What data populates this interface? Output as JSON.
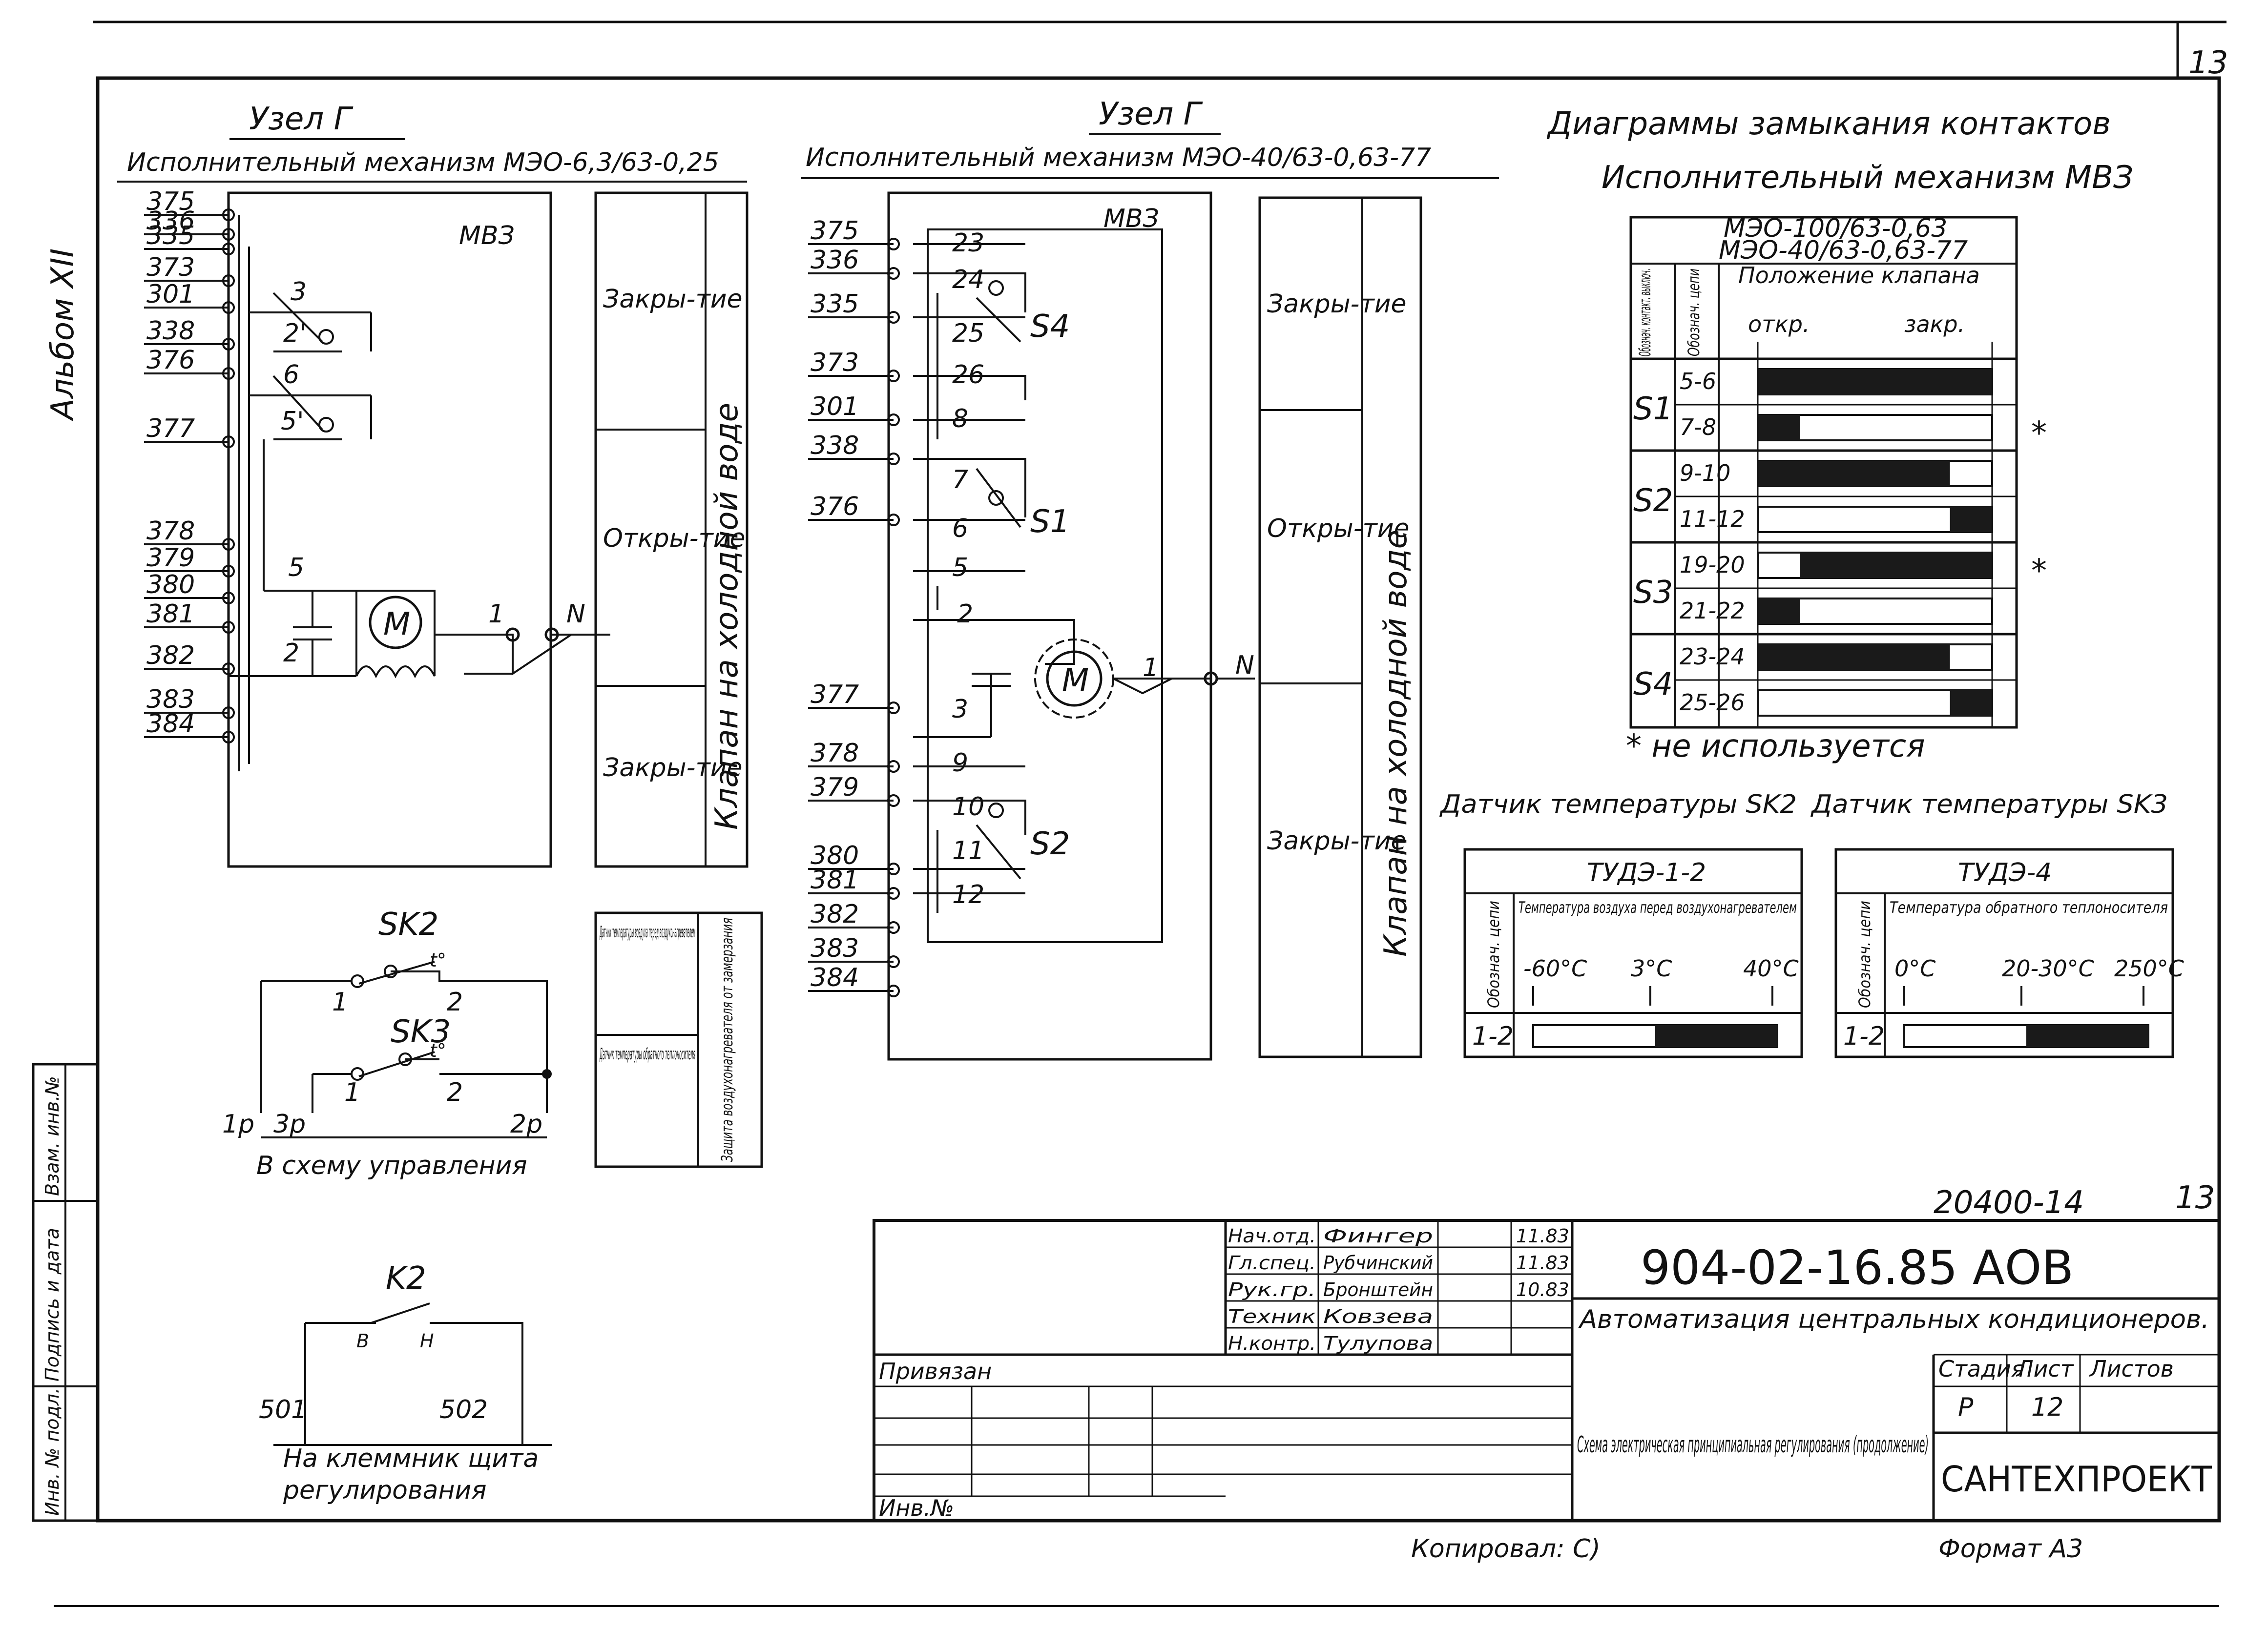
{
  "sheet": {
    "page_number": "13",
    "album": "Альбом XII",
    "side_labels": [
      "Взам. инв.№",
      "Подпись и дата",
      "Инв. № подл."
    ],
    "copied_by": "Копировал: С)",
    "format": "Формат А3",
    "inventory_number": "20400-14",
    "inventory_sheet": "13"
  },
  "left_node": {
    "title": "Узел Г",
    "subtitle": "Исполнительный механизм МЭО-6,3/63-0,25",
    "block_label": "МВЗ",
    "terminals": [
      "375",
      "336",
      "335",
      "373",
      "301",
      "338",
      "376",
      "377",
      "378",
      "379",
      "380",
      "381",
      "382",
      "383",
      "384"
    ],
    "contact_numbers": [
      "3",
      "2'",
      "6",
      "5'",
      "5",
      "2",
      "1",
      "N"
    ],
    "motor_label": "M",
    "states": [
      "Закры-тие",
      "Откры-тие",
      "Закры-тие"
    ],
    "valve_label": "Клапан на холодной воде"
  },
  "middle_node": {
    "title": "Узел Г",
    "subtitle": "Исполнительный механизм МЭО-40/63-0,63-77",
    "block_label": "МВЗ",
    "terminals": [
      "375",
      "336",
      "335",
      "373",
      "301",
      "338",
      "376",
      "377",
      "378",
      "379",
      "380",
      "381",
      "382",
      "383",
      "384"
    ],
    "contact_numbers": [
      "23",
      "24",
      "25",
      "26",
      "8",
      "7",
      "6",
      "5",
      "2",
      "3",
      "9",
      "10",
      "11",
      "12",
      "1",
      "N"
    ],
    "switches": [
      "S4",
      "S1",
      "S2"
    ],
    "motor_label": "M",
    "states": [
      "Закры-тие",
      "Откры-тие",
      "Закры-тие"
    ],
    "valve_label": "Клапан на холодной воде"
  },
  "sensors": {
    "sk2_label": "SK2",
    "sk3_label": "SK3",
    "sk2_contacts": [
      "1",
      "2",
      "t°"
    ],
    "sk3_contacts": [
      "1",
      "2",
      "t°"
    ],
    "outputs": [
      "1р",
      "3р",
      "2р"
    ],
    "caption": "В схему управления",
    "table_rows": [
      "Датчик температуры воздуха перед воздухонагревателем",
      "Датчик температуры обратного теплоносителя"
    ],
    "table_side": "Защита воздухонагревателя от замерзания"
  },
  "k2": {
    "label": "K2",
    "contacts": [
      "В",
      "Н"
    ],
    "terminals": [
      "501",
      "502"
    ],
    "caption": [
      "На клеммник щита",
      "регулирования"
    ]
  },
  "diagrams": {
    "title": "Диаграммы замыкания контактов",
    "subtitle": "Исполнительный механизм МВЗ",
    "header_models": [
      "МЭО-100/63-0,63",
      "МЭО-40/63-0,63-77"
    ],
    "col_headers": [
      "Обознач. контакт. выключ.",
      "Обознач. цепи",
      "Положение клапана"
    ],
    "position_labels": [
      "откр.",
      "закр."
    ],
    "rows": [
      {
        "group": "S1",
        "circuit": "5-6",
        "start": 0.0,
        "end": 1.0,
        "note": ""
      },
      {
        "group": "",
        "circuit": "7-8",
        "start": 0.0,
        "end": 0.18,
        "note": "*"
      },
      {
        "group": "S2",
        "circuit": "9-10",
        "start": 0.0,
        "end": 0.82,
        "note": ""
      },
      {
        "group": "",
        "circuit": "11-12",
        "start": 0.82,
        "end": 1.0,
        "note": ""
      },
      {
        "group": "S3",
        "circuit": "19-20",
        "start": 0.18,
        "end": 1.0,
        "note": "*"
      },
      {
        "group": "",
        "circuit": "21-22",
        "start": 0.0,
        "end": 0.18,
        "note": ""
      },
      {
        "group": "S4",
        "circuit": "23-24",
        "start": 0.0,
        "end": 0.82,
        "note": ""
      },
      {
        "group": "",
        "circuit": "25-26",
        "start": 0.82,
        "end": 1.0,
        "note": ""
      }
    ],
    "footnote": "* не используется"
  },
  "temp_sensors": [
    {
      "heading": "Датчик температуры SK2",
      "model": "ТУДЭ-1-2",
      "col_header": "Обознач. цепи",
      "desc": "Температура воздуха перед воздухонагревателем",
      "scale": [
        "-60°С",
        "3°С",
        "40°С"
      ],
      "circuit": "1-2",
      "on_start": 0.5,
      "on_end": 1.0
    },
    {
      "heading": "Датчик температуры SK3",
      "model": "ТУДЭ-4",
      "col_header": "Обознач. цепи",
      "desc": "Температура обратного теплоносителя",
      "scale": [
        "0°С",
        "20-30°С",
        "250°С"
      ],
      "circuit": "1-2",
      "on_start": 0.5,
      "on_end": 1.0
    }
  ],
  "title_block": {
    "staff": [
      {
        "role": "Нач.отд.",
        "name": "Фингер",
        "date": "11.83"
      },
      {
        "role": "Гл.спец.",
        "name": "Рубчинский",
        "date": "11.83"
      },
      {
        "role": "Рук.гр.",
        "name": "Бронштейн",
        "date": "10.83"
      },
      {
        "role": "Техник",
        "name": "Ковзева",
        "date": ""
      },
      {
        "role": "Н.контр.",
        "name": "Тулупова",
        "date": ""
      }
    ],
    "linked": "Привязан",
    "inv": "Инв.№",
    "doc_number": "904-02-16.85 АОВ",
    "project_title": "Автоматизация центральных кондиционеров.",
    "drawing_title": "Схема электрическая принципиальная регулирования (продолжение)",
    "stage_header": "Стадия",
    "sheet_header": "Лист",
    "sheets_header": "Листов",
    "stage": "Р",
    "sheet": "12",
    "sheets": "",
    "org": "САНТЕХПРОЕКТ"
  },
  "colors": {
    "ink": "#111111",
    "paper": "#ffffff",
    "fill": "#1a1a1a"
  }
}
